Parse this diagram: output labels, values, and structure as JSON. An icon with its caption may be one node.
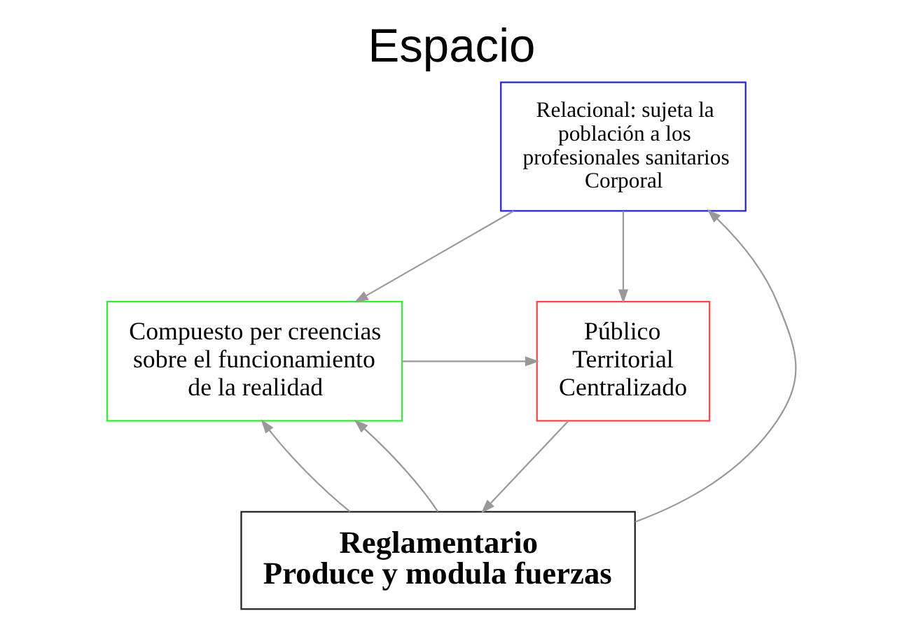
{
  "diagram": {
    "title": "Espacio",
    "nodes": [
      {
        "text": [
          "Relacional: sujeta la población a los profesionales sanitarios",
          "Corporal"
        ]
      },
      {
        "text": [
          "Público",
          "Territorial",
          "Centralizado"
        ]
      },
      {
        "text": [
          "Compuesto per creencias sobre el funcionamiento de la realidad"
        ]
      },
      {
        "text": [
          "Reglamentario",
          "Produce y modula fuerzas"
        ]
      }
    ],
    "edges": [
      {
        "from": 0,
        "to": 1,
        "arrow": "to"
      },
      {
        "from": 0,
        "to": 2,
        "arrow": "to"
      },
      {
        "from": 1,
        "to": 3,
        "arrow": "to"
      },
      {
        "from": 3,
        "to": 0,
        "arrow": "to"
      },
      {
        "from": 3,
        "to": 2,
        "arrow": "to"
      },
      {
        "from": 2,
        "to": 1,
        "arrow": "to"
      },
      {
        "from": 3,
        "to": 2,
        "arrow": "to"
      }
    ]
  }
}
